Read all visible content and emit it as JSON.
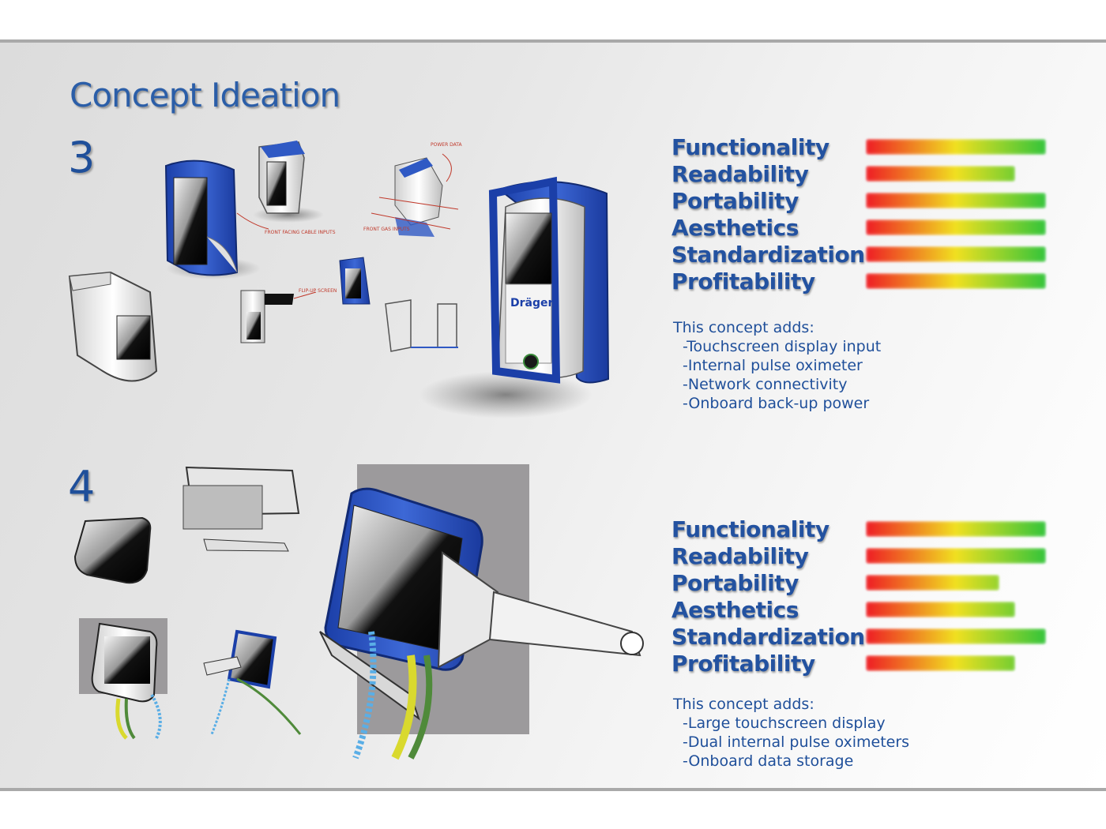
{
  "title": "Concept Ideation",
  "concepts": [
    {
      "number": "3",
      "ratings": [
        {
          "label": "Functionality",
          "value": 1.0
        },
        {
          "label": "Readability",
          "value": 0.83
        },
        {
          "label": "Portability",
          "value": 1.0
        },
        {
          "label": "Aesthetics",
          "value": 1.0
        },
        {
          "label": "Standardization",
          "value": 1.0
        },
        {
          "label": "Profitability",
          "value": 1.0
        }
      ],
      "adds_heading": "This concept adds:",
      "adds": [
        "-Touchscreen display input",
        "-Internal pulse oximeter",
        "-Network connectivity",
        "-Onboard back-up power"
      ],
      "brand": "Dräger",
      "sketch_notes": [
        "POWER DATA",
        "FRONT FACING CABLE INPUTS",
        "FLIP-UP SCREEN",
        "FRONT GAS INPUTS"
      ]
    },
    {
      "number": "4",
      "ratings": [
        {
          "label": "Functionality",
          "value": 1.0
        },
        {
          "label": "Readability",
          "value": 1.0
        },
        {
          "label": "Portability",
          "value": 0.74
        },
        {
          "label": "Aesthetics",
          "value": 0.83
        },
        {
          "label": "Standardization",
          "value": 1.0
        },
        {
          "label": "Profitability",
          "value": 0.83
        }
      ],
      "adds_heading": "This concept adds:",
      "adds": [
        "-Large touchscreen display",
        "-Dual internal pulse oximeters",
        "-Onboard data storage"
      ]
    }
  ],
  "colors": {
    "title": "#2b5ea8",
    "label": "#2352a0",
    "bar_low": "#ee1c24",
    "bar_mid": "#f0e020",
    "bar_high": "#33c43a",
    "device_blue": "#2447b5"
  }
}
